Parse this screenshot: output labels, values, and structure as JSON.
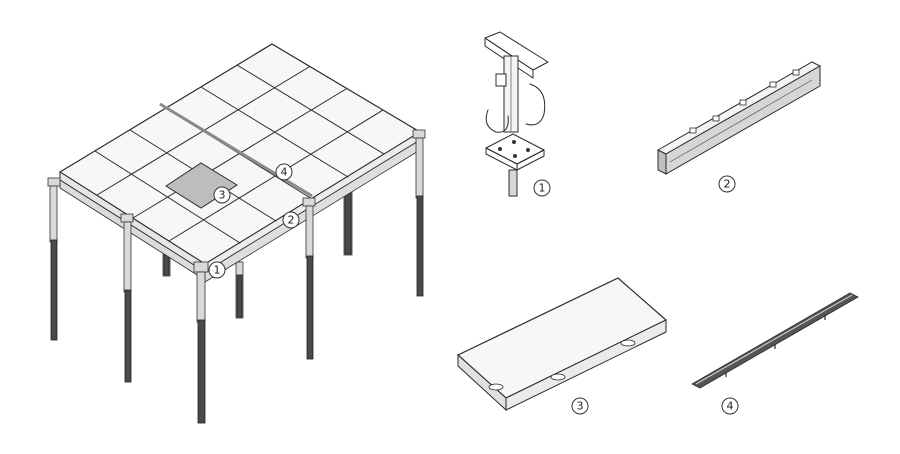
{
  "callouts": {
    "assembly_prop_head": "1",
    "assembly_beam": "2",
    "assembly_panel": "3",
    "assembly_strip": "4",
    "part_prop_head": "1",
    "part_beam": "2",
    "part_panel": "3",
    "part_strip": "4"
  },
  "colors": {
    "line": "#2b2b2b",
    "highlight_panel": "#bdbdbd",
    "post_dark": "#4a4a4a"
  }
}
